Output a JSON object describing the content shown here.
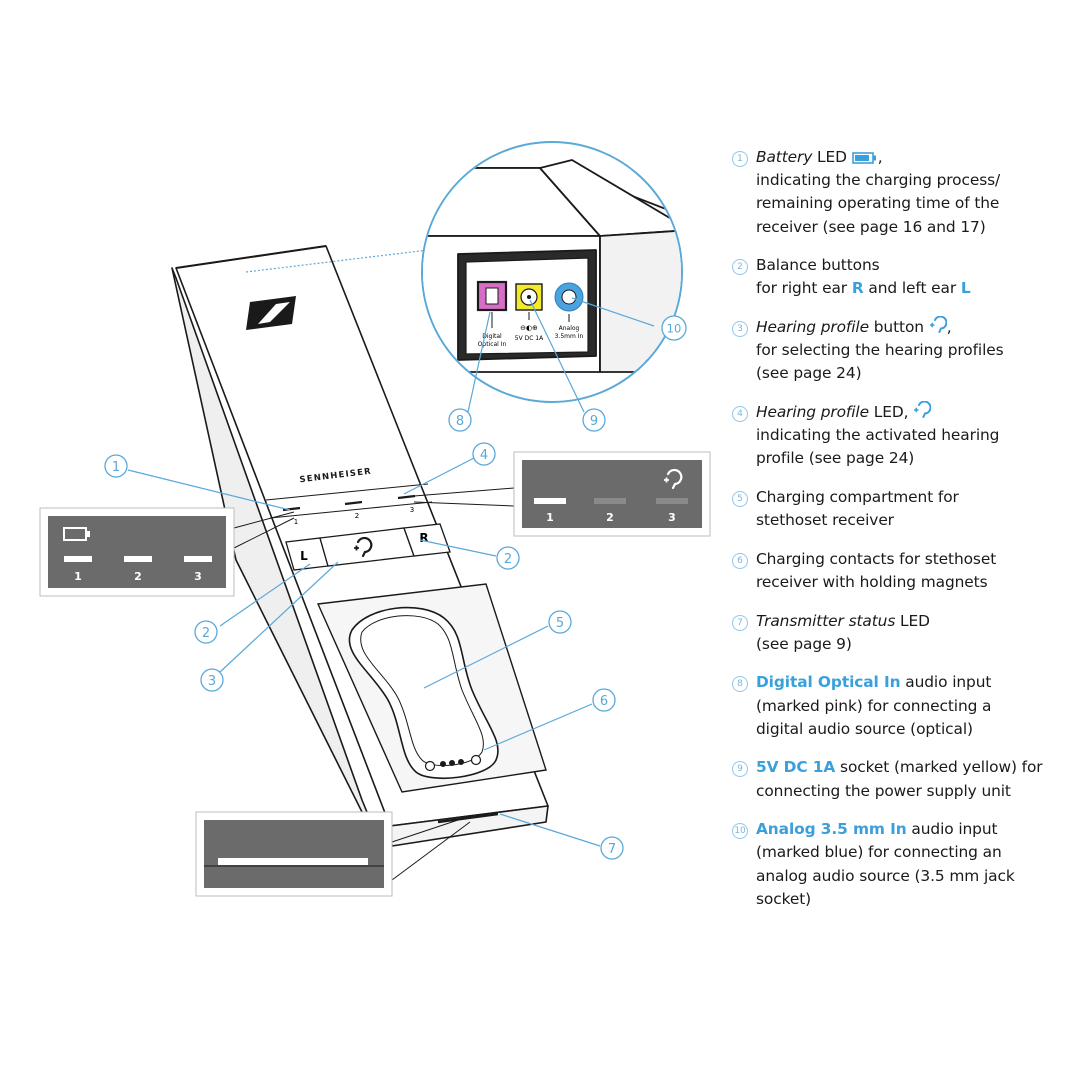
{
  "colors": {
    "callout": "#5aa8d8",
    "highlight": "#3aa0dc",
    "panel": "#6b6b6b",
    "optical_port": "#d76ec6",
    "power_port": "#f2ea2a",
    "analog_port": "#4aa3e0"
  },
  "device": {
    "brand": "SENNHEISER",
    "button_left": "L",
    "button_right": "R",
    "led_numbers": [
      "1",
      "2",
      "3"
    ],
    "port_optical_label": "Digital Optical In",
    "port_power_label": "5V DC 1A",
    "port_analog_label": "Analog 3.5mm In"
  },
  "insets": {
    "battery": {
      "icon": "battery-icon",
      "numbers": [
        "1",
        "2",
        "3"
      ]
    },
    "hearing": {
      "icon": "hearing-profile-icon",
      "numbers": [
        "1",
        "2",
        "3"
      ]
    }
  },
  "callouts": [
    "1",
    "2",
    "3",
    "4",
    "5",
    "6",
    "7",
    "8",
    "9",
    "10"
  ],
  "legend": [
    {
      "num": "1",
      "parts": [
        {
          "t": "Battery",
          "s": "it"
        },
        {
          "t": " LED "
        },
        {
          "icon": "battery-icon"
        },
        {
          "t": ","
        },
        {
          "br": true
        },
        {
          "t": "indicating the charging process/"
        },
        {
          "br": true
        },
        {
          "t": "remaining operating time of the"
        },
        {
          "br": true
        },
        {
          "t": "receiver (see page 16 and 17)"
        }
      ]
    },
    {
      "num": "2",
      "parts": [
        {
          "t": "Balance buttons"
        },
        {
          "br": true
        },
        {
          "t": "for right ear "
        },
        {
          "t": "R",
          "s": "hl"
        },
        {
          "t": " and left ear "
        },
        {
          "t": "L",
          "s": "hl"
        }
      ]
    },
    {
      "num": "3",
      "parts": [
        {
          "t": "Hearing profile",
          "s": "it"
        },
        {
          "t": " button "
        },
        {
          "icon": "hearing-profile-icon"
        },
        {
          "t": ","
        },
        {
          "br": true
        },
        {
          "t": "for selecting the hearing profiles"
        },
        {
          "br": true
        },
        {
          "t": "(see page 24)"
        }
      ]
    },
    {
      "num": "4",
      "parts": [
        {
          "t": "Hearing profile",
          "s": "it"
        },
        {
          "t": " LED, "
        },
        {
          "icon": "hearing-profile-icon"
        },
        {
          "br": true
        },
        {
          "t": "indicating the activated hearing"
        },
        {
          "br": true
        },
        {
          "t": "profile (see page 24)"
        }
      ]
    },
    {
      "num": "5",
      "parts": [
        {
          "t": "Charging compartment for"
        },
        {
          "br": true
        },
        {
          "t": "stethoset receiver"
        }
      ]
    },
    {
      "num": "6",
      "parts": [
        {
          "t": "Charging contacts for stethoset"
        },
        {
          "br": true
        },
        {
          "t": "receiver with holding magnets"
        }
      ]
    },
    {
      "num": "7",
      "parts": [
        {
          "t": "Transmitter status",
          "s": "it"
        },
        {
          "t": " LED"
        },
        {
          "br": true
        },
        {
          "t": "(see page 9)"
        }
      ]
    },
    {
      "num": "8",
      "parts": [
        {
          "t": "Digital Optical In",
          "s": "hl"
        },
        {
          "t": " audio input"
        },
        {
          "br": true
        },
        {
          "t": "(marked pink) for connecting a"
        },
        {
          "br": true
        },
        {
          "t": "digital audio source (optical)"
        }
      ]
    },
    {
      "num": "9",
      "parts": [
        {
          "t": "5V DC 1A",
          "s": "hl"
        },
        {
          "t": " socket (marked yellow) for"
        },
        {
          "br": true
        },
        {
          "t": "connecting the power supply unit"
        }
      ]
    },
    {
      "num": "10",
      "parts": [
        {
          "t": "Analog 3.5 mm In",
          "s": "hl"
        },
        {
          "t": " audio input"
        },
        {
          "br": true
        },
        {
          "t": "(marked blue) for connecting an"
        },
        {
          "br": true
        },
        {
          "t": "analog audio source (3.5 mm jack"
        },
        {
          "br": true
        },
        {
          "t": "socket)"
        }
      ]
    }
  ]
}
